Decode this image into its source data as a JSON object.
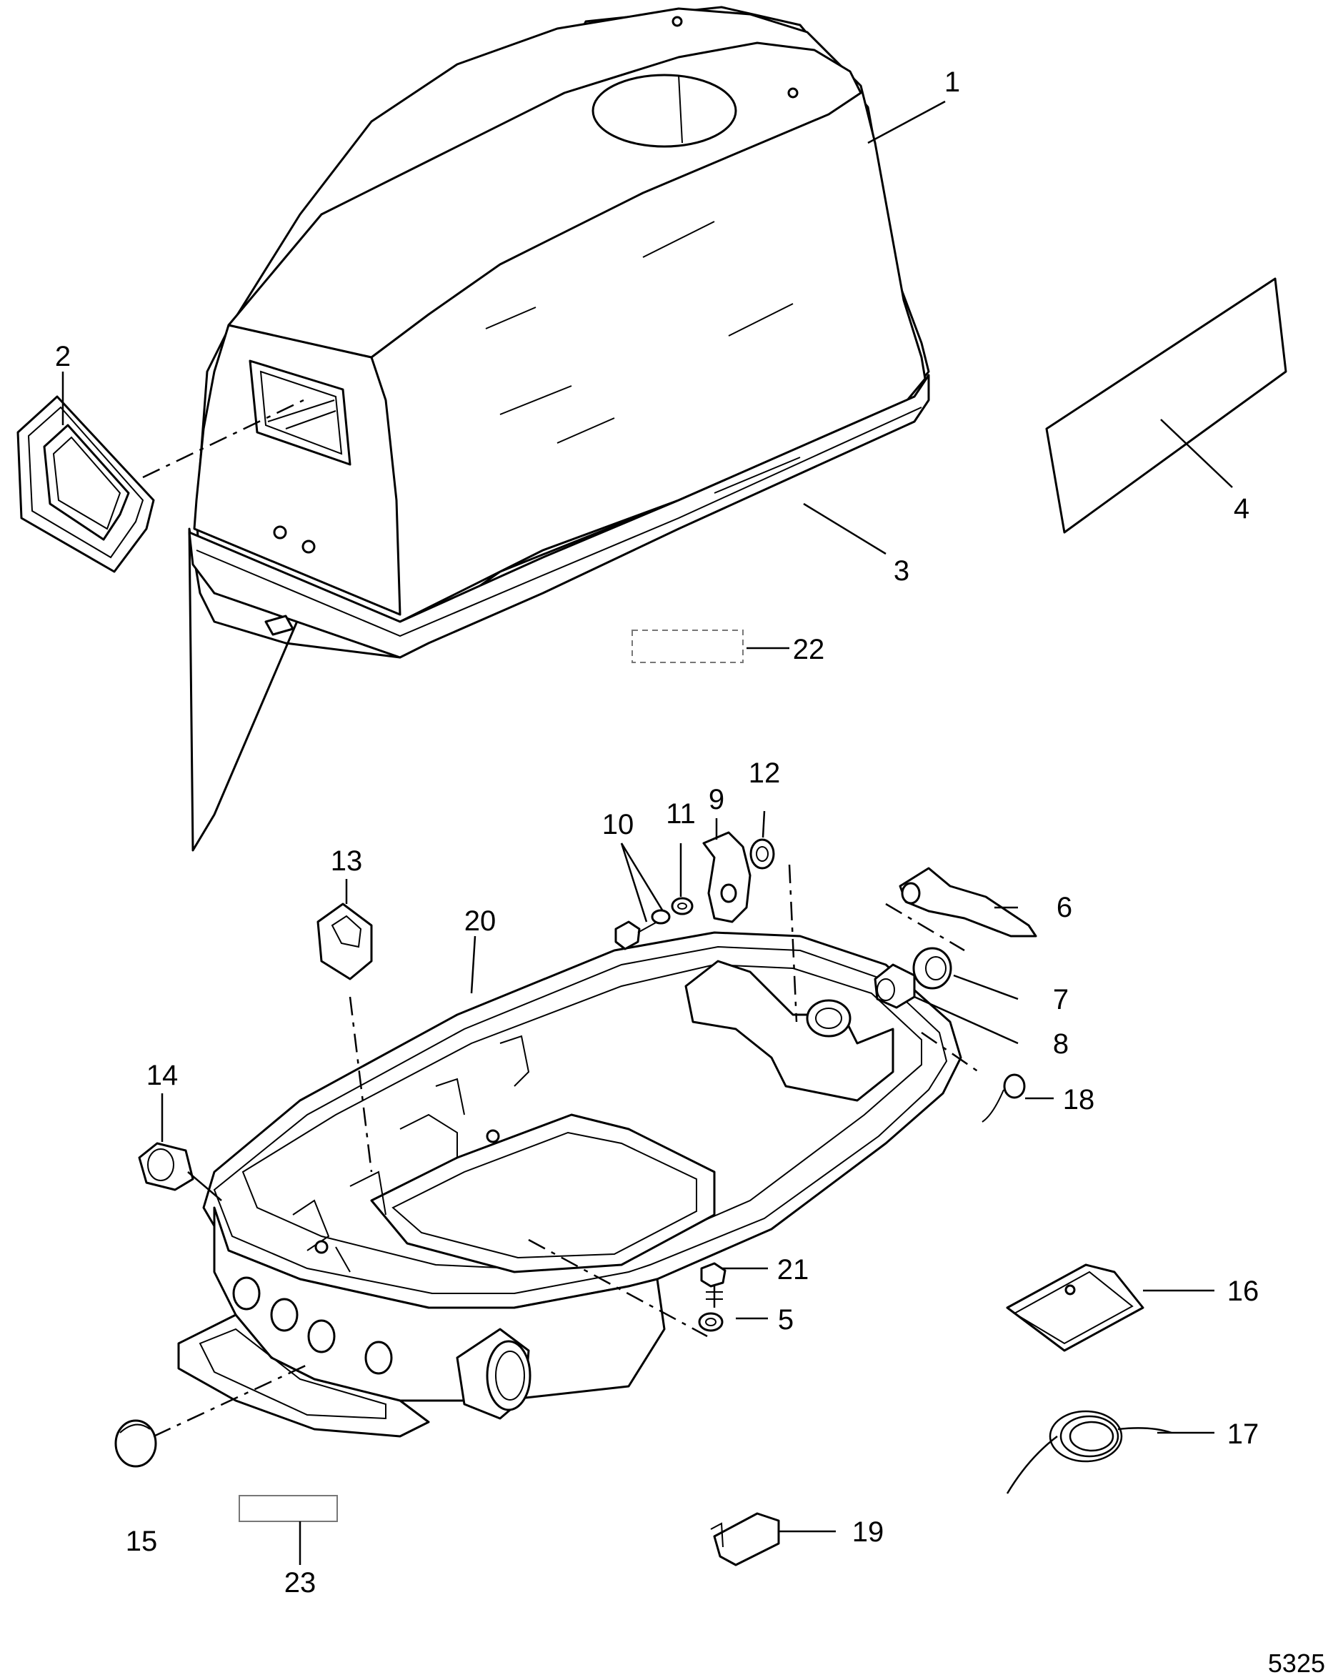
{
  "callouts": {
    "c1": "1",
    "c2": "2",
    "c3": "3",
    "c4": "4",
    "c5": "5",
    "c6": "6",
    "c7": "7",
    "c8": "8",
    "c9": "9",
    "c10": "10",
    "c11": "11",
    "c12": "12",
    "c13": "13",
    "c14": "14",
    "c15": "15",
    "c16": "16",
    "c17": "17",
    "c18": "18",
    "c19": "19",
    "c20": "20",
    "c21": "21",
    "c22": "22",
    "c23": "23"
  },
  "figure_ref": "5325"
}
